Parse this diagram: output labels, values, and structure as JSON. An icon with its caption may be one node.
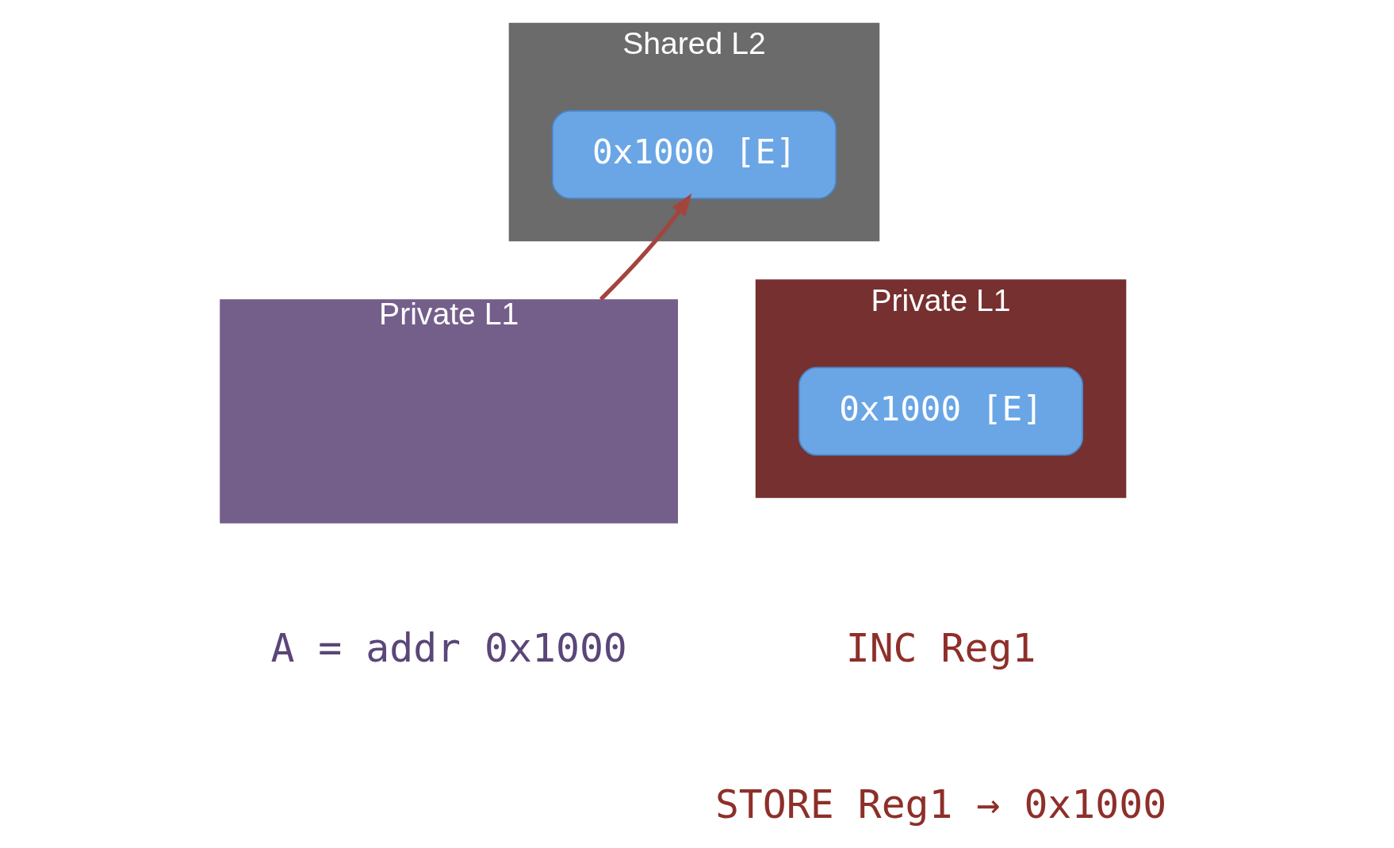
{
  "diagram": {
    "nodes": [
      {
        "text": [
          "Shared L2"
        ]
      },
      {
        "text": [
          "0x1000 [E]"
        ],
        "in": 0
      },
      {
        "text": [
          "Private L1"
        ]
      },
      {
        "text": [
          "Private L1"
        ]
      },
      {
        "text": [
          "0x1000 [E]"
        ],
        "in": 3
      }
    ],
    "edges": [
      {
        "from": 2,
        "to": 1,
        "arrow": "to",
        "color": "#a3443d"
      }
    ],
    "labels": [
      "A = addr 0x1000",
      "INC Reg1",
      "STORE Reg1 → 0x1000"
    ]
  }
}
